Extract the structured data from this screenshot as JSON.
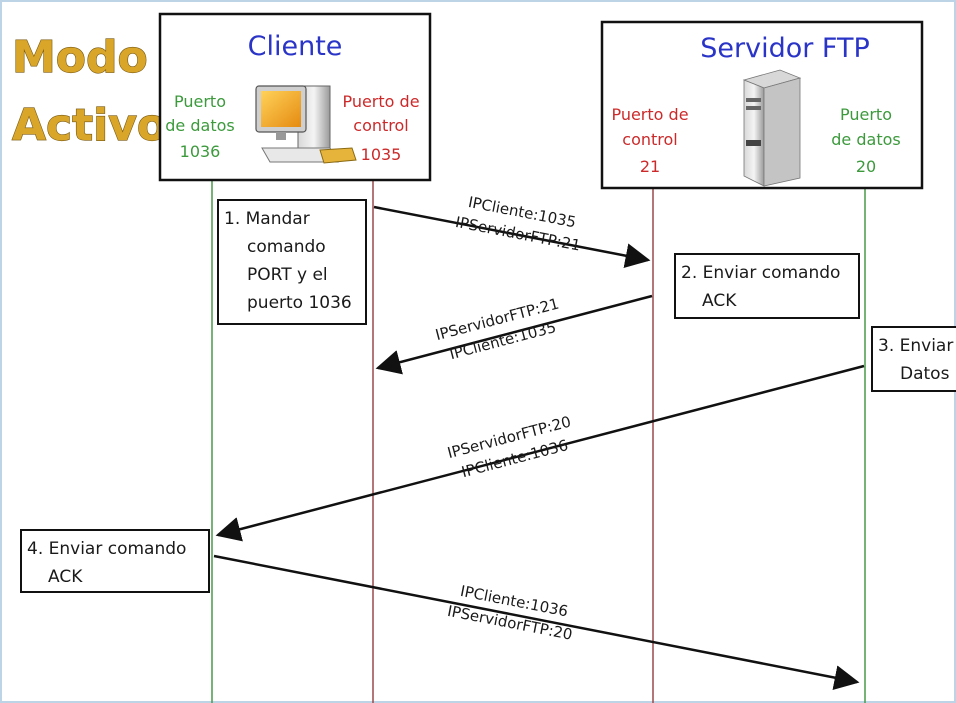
{
  "title": {
    "line1": "Modo",
    "line2": "Activo"
  },
  "client": {
    "name": "Cliente",
    "data_port_l1": "Puerto",
    "data_port_l2": "de datos",
    "data_port_num": "1036",
    "control_port_l1": "Puerto de",
    "control_port_l2": "control",
    "control_port_num": "1035"
  },
  "server": {
    "name": "Servidor FTP",
    "control_port_l1": "Puerto de",
    "control_port_l2": "control",
    "control_port_num": "21",
    "data_port_l1": "Puerto",
    "data_port_l2": "de datos",
    "data_port_num": "20"
  },
  "steps": {
    "s1": [
      "1. Mandar",
      "comando",
      "PORT y el",
      "puerto 1036"
    ],
    "s2": [
      "2. Enviar comando",
      "ACK"
    ],
    "s3": [
      "3. Enviar",
      "Datos"
    ],
    "s4": [
      "4. Enviar comando",
      "ACK"
    ]
  },
  "messages": {
    "m1": [
      "IPCliente:1035",
      "IPServidorFTP:21"
    ],
    "m2": [
      "IPServidorFTP:21",
      "IPCliente:1035"
    ],
    "m3": [
      "IPServidorFTP:20",
      "IPCliente:1036"
    ],
    "m4": [
      "IPCliente:1036",
      "IPServidorFTP:20"
    ]
  },
  "colors": {
    "green_line": "#4a9a4a",
    "red_line": "#9a4a4a",
    "title": "#d9a62a",
    "header": "#2a35c8"
  }
}
